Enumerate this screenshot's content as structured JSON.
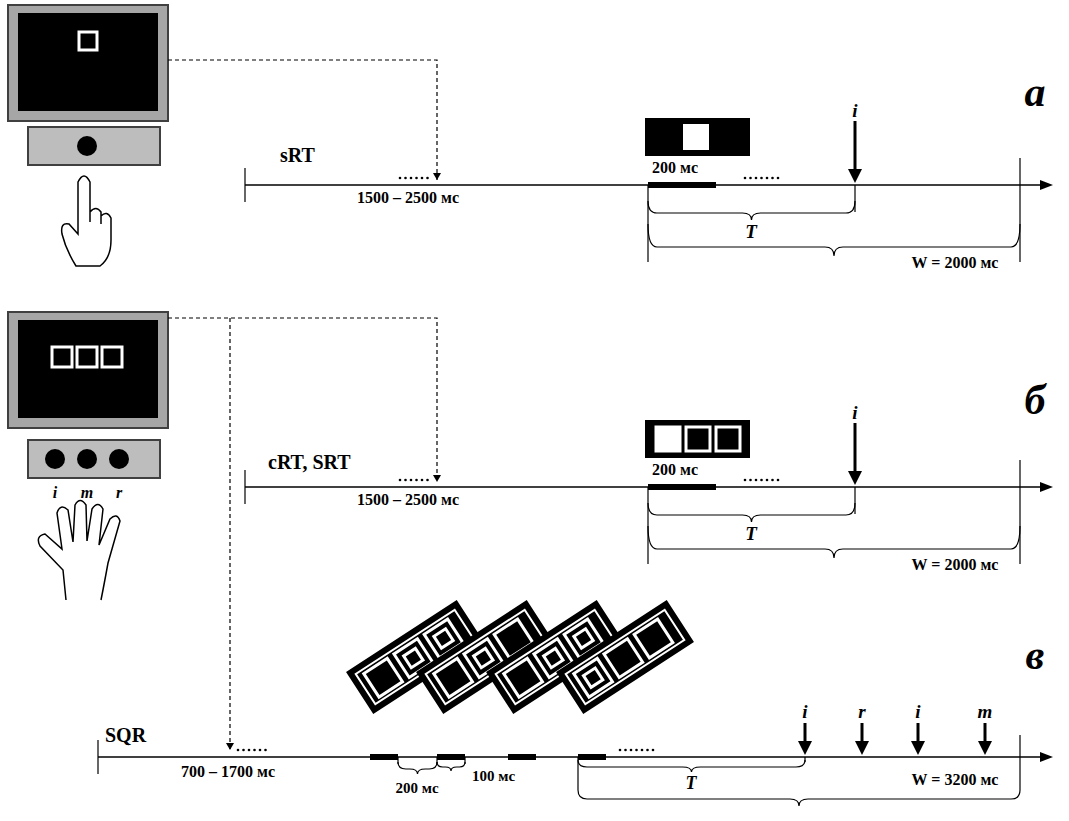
{
  "diagram": {
    "labels": [
      "sRT",
      "1500 – 2500 мс",
      "200 мс",
      "i",
      "T",
      "W = 2000 мс",
      "а",
      "cRT, SRT",
      "1500 – 2500 мс",
      "200 мс",
      "i",
      "T",
      "W = 2000 мс",
      "б",
      "i",
      "m",
      "r",
      "SQR",
      "700 – 1700 мс",
      "200 мс",
      "100 мс",
      "i",
      "r",
      "i",
      "m",
      "T",
      "W = 3200 мс",
      "в"
    ]
  }
}
